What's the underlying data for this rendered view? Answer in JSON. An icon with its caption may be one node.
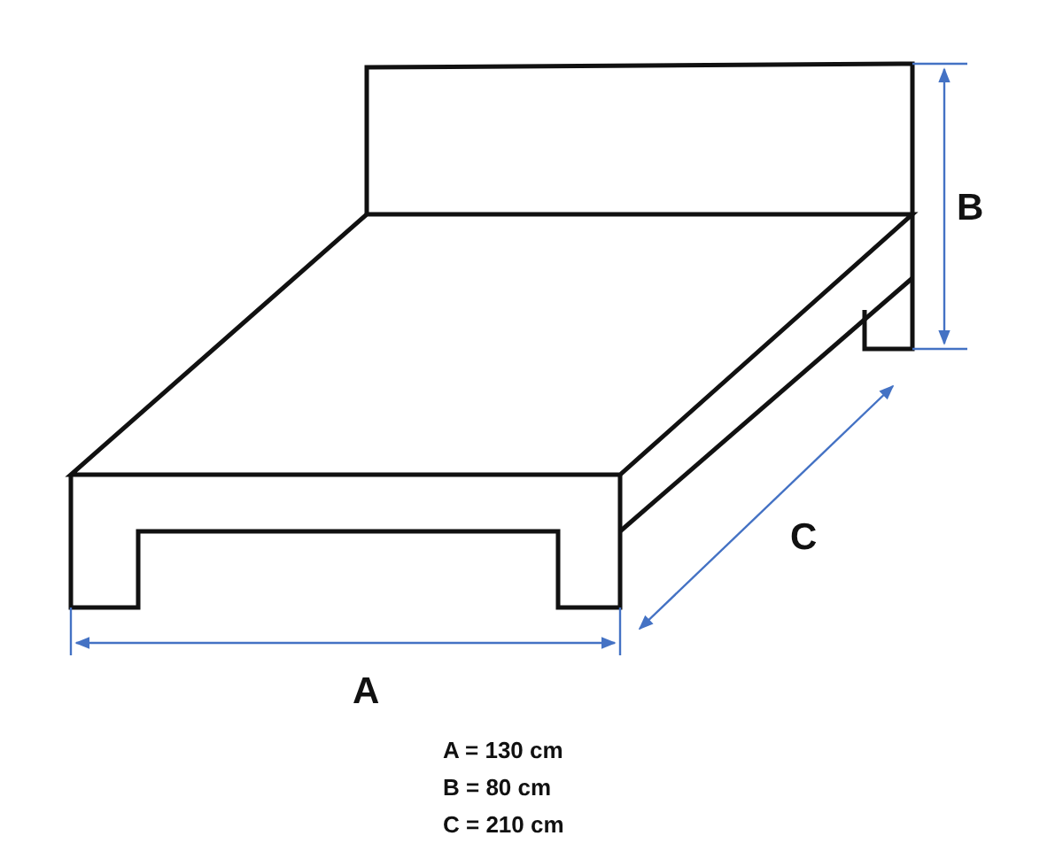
{
  "diagram": {
    "labels": [
      "B",
      "C",
      "A",
      "A = 130 cm",
      "B = 80 cm",
      "C = 210 cm"
    ]
  }
}
